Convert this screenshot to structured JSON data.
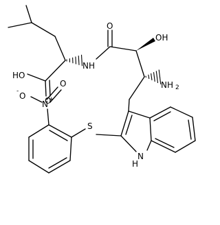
{
  "labels": {
    "hydroxyl": "HO",
    "carboxyl_oxygen": "O",
    "amide_nh": "NH",
    "amide_oxygen": "O",
    "hydroxy": "OH",
    "amine": "NH",
    "amine_subscript": "2",
    "sulfur": "S",
    "indole_nh": "N",
    "indole_h": "H",
    "nitro_n": "N",
    "nitro_plus": "+",
    "nitro_o_top": "O",
    "nitro_o_minus": "O",
    "nitro_minus": "-"
  }
}
